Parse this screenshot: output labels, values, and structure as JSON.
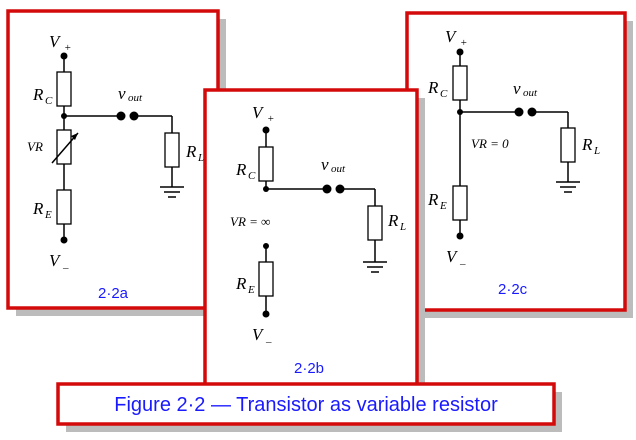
{
  "figure_caption": "Figure 2·2 — Transistor as variable resistor",
  "panels": {
    "a": {
      "label": "2·2a",
      "v_plus": "V",
      "v_plus_sub": "+",
      "v_minus": "V",
      "v_minus_sub": "–",
      "rc": "R",
      "rc_sub": "C",
      "re": "R",
      "re_sub": "E",
      "rl": "R",
      "rl_sub": "L",
      "vout": "v",
      "vout_sub": "out",
      "vr": "VR"
    },
    "b": {
      "label": "2·2b",
      "v_plus": "V",
      "v_plus_sub": "+",
      "v_minus": "V",
      "v_minus_sub": "–",
      "rc": "R",
      "rc_sub": "C",
      "re": "R",
      "re_sub": "E",
      "rl": "R",
      "rl_sub": "L",
      "vout": "v",
      "vout_sub": "out",
      "vr": "VR  =  ∞"
    },
    "c": {
      "label": "2·2c",
      "v_plus": "V",
      "v_plus_sub": "+",
      "v_minus": "V",
      "v_minus_sub": "–",
      "rc": "R",
      "rc_sub": "C",
      "re": "R",
      "re_sub": "E",
      "rl": "R",
      "rl_sub": "L",
      "vout": "v",
      "vout_sub": "out",
      "vr": "VR  =  0"
    }
  }
}
